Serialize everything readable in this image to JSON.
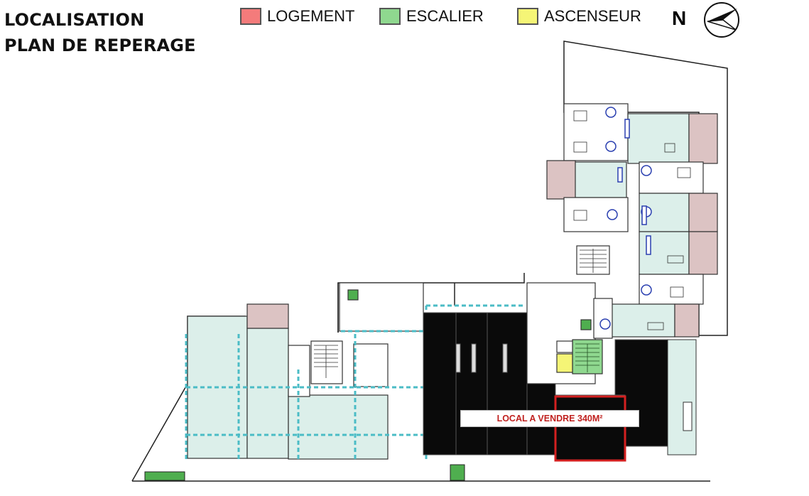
{
  "title": {
    "line1": "LOCALISATION",
    "line2": "PLAN DE REPERAGE"
  },
  "legend": [
    {
      "label": "LOGEMENT",
      "color": "#f47b7b"
    },
    {
      "label": "ESCALIER",
      "color": "#8fd88f"
    },
    {
      "label": "ASCENSEUR",
      "color": "#f5f576"
    }
  ],
  "north": {
    "label": "N",
    "icon": "north-arrow-icon"
  },
  "callout": {
    "text": "LOCAL A VENDRE 340M²",
    "color": "#c0211f"
  },
  "colors": {
    "apartment": "#dcefea",
    "room_pink": "#dcc3c3",
    "parking": "#0a0a0a",
    "highlight": "#d42020"
  }
}
